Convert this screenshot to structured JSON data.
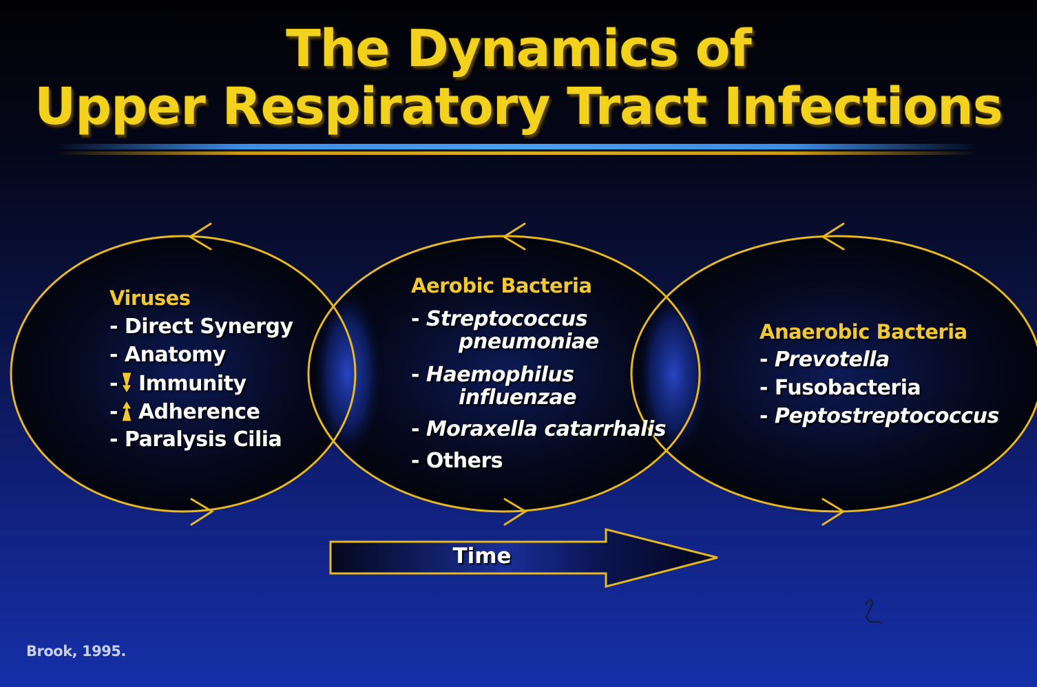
{
  "title": {
    "line1": "The Dynamics of",
    "line2": "Upper Respiratory Tract Infections"
  },
  "colors": {
    "title": "#f2d21c",
    "header": "#f2c832",
    "outline": "#e8b820",
    "body_text": "#ffffff"
  },
  "circles": {
    "viruses": {
      "heading": "Viruses",
      "items": [
        {
          "dash": "- ",
          "text": "Direct Synergy"
        },
        {
          "dash": "- ",
          "text": "Anatomy"
        },
        {
          "dash": "-",
          "arrow": "down-arrow-icon",
          "text": "Immunity"
        },
        {
          "dash": "-",
          "arrow": "up-arrow-icon",
          "text": "Adherence"
        },
        {
          "dash": "- ",
          "text": "Paralysis Cilia"
        }
      ]
    },
    "aerobic": {
      "heading": "Aerobic Bacteria",
      "items": [
        {
          "dash": "- ",
          "line1": "Streptococcus",
          "line2": "pneumoniae"
        },
        {
          "dash": "- ",
          "line1": "Haemophilus",
          "line2": "influenzae"
        },
        {
          "dash": "- ",
          "text": "Moraxella catarrhalis"
        },
        {
          "dash": "- ",
          "text": "Others"
        }
      ]
    },
    "anaerobic": {
      "heading": "Anaerobic Bacteria",
      "items": [
        {
          "dash": "- ",
          "text": "Prevotella"
        },
        {
          "dash": "- ",
          "text": "Fusobacteria"
        },
        {
          "dash": "- ",
          "text": "Peptostreptococcus"
        }
      ]
    }
  },
  "time_arrow": {
    "label": "Time"
  },
  "citation": "Brook, 1995."
}
